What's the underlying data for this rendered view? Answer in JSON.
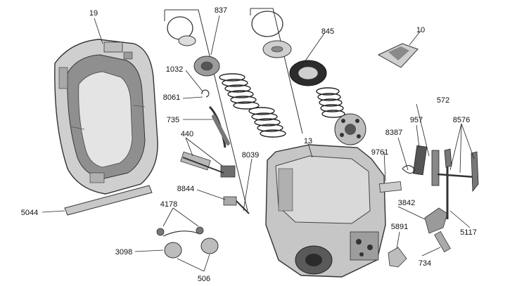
{
  "callouts": [
    {
      "id": "19",
      "text": "19"
    },
    {
      "id": "837",
      "text": "837"
    },
    {
      "id": "845",
      "text": "845"
    },
    {
      "id": "10",
      "text": "10"
    },
    {
      "id": "1032",
      "text": "1032"
    },
    {
      "id": "8061",
      "text": "8061"
    },
    {
      "id": "735",
      "text": "735"
    },
    {
      "id": "440",
      "text": "440"
    },
    {
      "id": "8039",
      "text": "8039"
    },
    {
      "id": "13",
      "text": "13"
    },
    {
      "id": "572",
      "text": "572"
    },
    {
      "id": "957",
      "text": "957"
    },
    {
      "id": "8576",
      "text": "8576"
    },
    {
      "id": "8387",
      "text": "8387"
    },
    {
      "id": "9761",
      "text": "9761"
    },
    {
      "id": "8844",
      "text": "8844"
    },
    {
      "id": "5044",
      "text": "5044"
    },
    {
      "id": "4178",
      "text": "4178"
    },
    {
      "id": "3842",
      "text": "3842"
    },
    {
      "id": "5891",
      "text": "5891"
    },
    {
      "id": "5117",
      "text": "5117"
    },
    {
      "id": "3098",
      "text": "3098"
    },
    {
      "id": "734",
      "text": "734"
    },
    {
      "id": "506",
      "text": "506"
    }
  ]
}
